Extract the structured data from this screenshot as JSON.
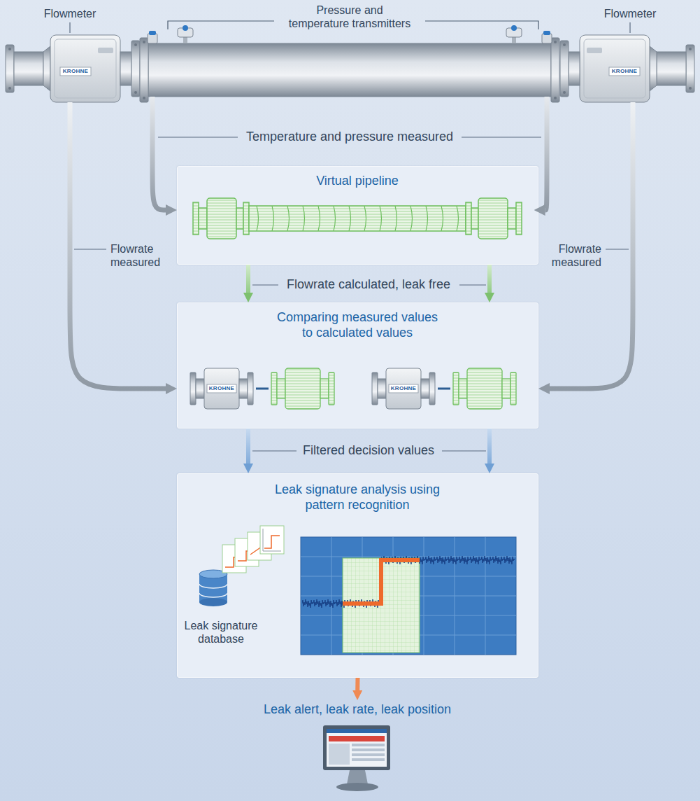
{
  "diagram": {
    "nodes": [
      {
        "text": [
          "Flowmeter"
        ]
      },
      {
        "text": [
          "Pressure and temperature transmitters"
        ]
      },
      {
        "text": [
          "Flowmeter"
        ]
      },
      {
        "text": [
          "Virtual pipeline"
        ]
      },
      {
        "text": [
          "Comparing measured values to calculated values"
        ]
      },
      {
        "text": [
          "Leak signature analysis using pattern recognition",
          "Leak signature database"
        ]
      },
      {
        "text": [
          "Leak alert, leak rate, leak position"
        ]
      }
    ],
    "edges": [
      {
        "from": 0,
        "to": 4,
        "arrow": "to",
        "label": "Flowrate measured"
      },
      {
        "from": 2,
        "to": 4,
        "arrow": "to",
        "label": "Flowrate measured"
      },
      {
        "from": 1,
        "to": 3,
        "arrow": "to"
      },
      {
        "from": 1,
        "to": 3,
        "arrow": "to"
      },
      {
        "from": 3,
        "to": 4,
        "arrow": "to"
      },
      {
        "from": 3,
        "to": 4,
        "arrow": "to"
      },
      {
        "from": 4,
        "to": 5,
        "arrow": "to"
      },
      {
        "from": 4,
        "to": 5,
        "arrow": "to"
      },
      {
        "from": 5,
        "to": 6,
        "arrow": "to"
      }
    ],
    "labels": [
      "Temperature and pressure measured",
      "Flowrate calculated, leak free",
      "Filtered decision values",
      "KROHNE",
      "KROHNE",
      "KROHNE",
      "KROHNE"
    ]
  }
}
